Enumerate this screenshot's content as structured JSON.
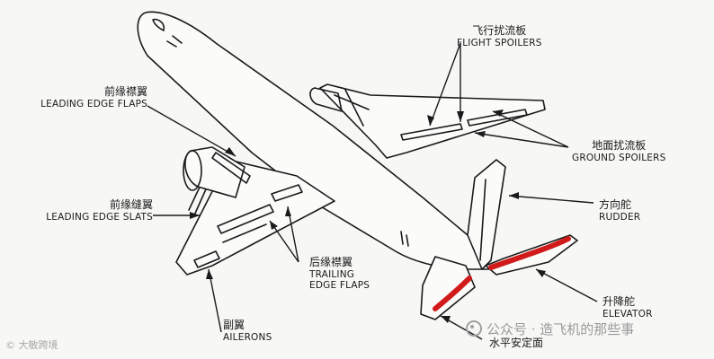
{
  "labels": {
    "flight_spoilers": {
      "zh": "飞行扰流板",
      "en": "FLIGHT SPOILERS"
    },
    "ground_spoilers": {
      "zh": "地面扰流板",
      "en": "GROUND SPOILERS"
    },
    "leading_edge_flaps": {
      "zh": "前缘襟翼",
      "en": "LEADING EDGE FLAPS"
    },
    "leading_edge_slats": {
      "zh": "前缘缝翼",
      "en": "LEADING EDGE SLATS"
    },
    "rudder": {
      "zh": "方向舵",
      "en": "RUDDER"
    },
    "trailing_edge_flaps": {
      "zh": "后缘襟翼",
      "en1": "TRAILING",
      "en2": "EDGE FLAPS"
    },
    "elevator": {
      "zh": "升降舵",
      "en": "ELEVATOR"
    },
    "ailerons": {
      "zh": "副翼",
      "en": "AILERONS"
    },
    "horizontal_stabilizer": {
      "zh": "水平安定面"
    }
  },
  "watermarks": {
    "account": "公众号 · 造飞机的那些事",
    "source": "大敏跨境"
  },
  "colors": {
    "line": "#1a1a1a",
    "highlight": "#d11a1a",
    "background": "#f7f7f5"
  }
}
